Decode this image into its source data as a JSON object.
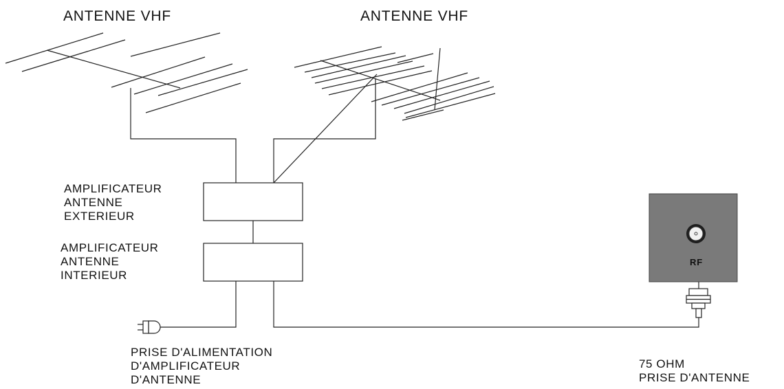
{
  "antennas": {
    "left_label": "ANTENNE VHF",
    "right_label": "ANTENNE VHF"
  },
  "outdoor_amplifier": {
    "line1": "AMPLIFICATEUR",
    "line2": "ANTENNE",
    "line3": "EXTERIEUR"
  },
  "indoor_amplifier": {
    "line1": "AMPLIFICATEUR",
    "line2": "ANTENNE",
    "line3": "INTERIEUR"
  },
  "power_plug": {
    "line1": "PRISE D'ALIMENTATION",
    "line2": "D'AMPLIFICATEUR",
    "line3": "D'ANTENNE"
  },
  "tv_panel": {
    "socket_label": "RF",
    "panel_color": "#7a7a7a"
  },
  "antenna_jack": {
    "line1": "75 OHM",
    "line2": "PRISE D'ANTENNE"
  }
}
